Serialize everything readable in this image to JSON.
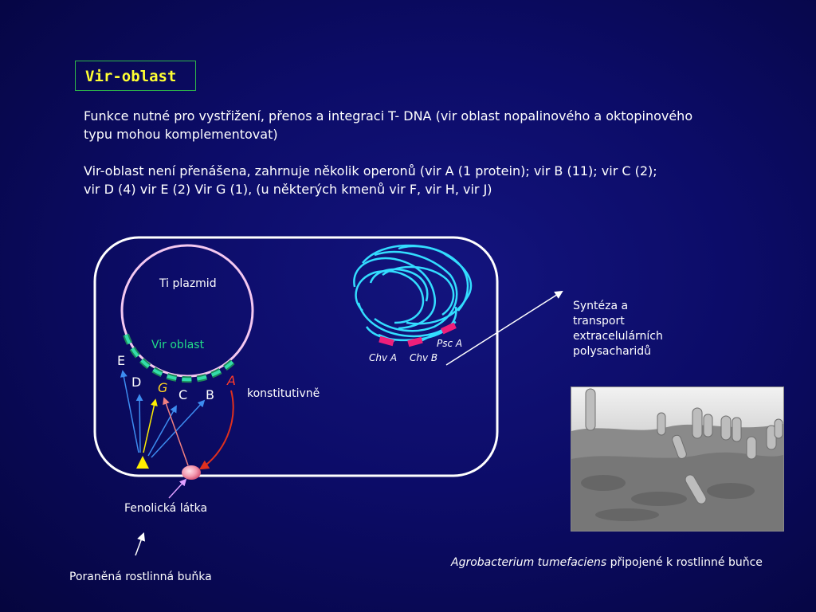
{
  "title": "Vir-oblast",
  "paragraphs": {
    "p1_line1": "Funkce nutné pro vystřižení, přenos a integraci T- DNA (vir  oblast nopalinového a oktopinového",
    "p1_line2": "typu mohou komplementovat)",
    "p2_line1": "Vir-oblast  není přenášena,  zahrnuje několik  operonů (vir A (1 protein); vir B (11); vir C (2);",
    "p2_line2": "vir D (4) vir E (2) Vir G (1),  (u některých kmenů vir F, vir H, vir J)"
  },
  "diagram": {
    "plasmid_label": "Ti plazmid",
    "vir_region_label": "Vir oblast",
    "genes": {
      "E": "E",
      "D": "D",
      "G": "G",
      "C": "C",
      "B": "B",
      "A": "A"
    },
    "constitutive_label": "konstitutivně",
    "phenolic_label": "Fenolická látka",
    "wounded_cell_label": "Poraněná rostlinná buňka",
    "chromosome_markers": {
      "chvA": "Chv A",
      "chvB": "Chv B",
      "pscA": "Psc  A"
    },
    "synthesis_label_lines": [
      "Syntéza a",
      "transport",
      "extracelulárních",
      "polysacharidů"
    ]
  },
  "caption": {
    "italic": "Agrobacterium tumefaciens",
    "rest": " připojené k rostlinné buňce"
  },
  "colors": {
    "title": "#ffff33",
    "title_border": "#2fb84a",
    "plasmid_ring": "#f4c8f0",
    "vir_segment_dark": "#1c8a5a",
    "vir_segment_light": "#33ddaa",
    "chromosome": "#33ddff",
    "gene_marker": "#ee1f7a",
    "arrow_blue": "#3d8cf0",
    "arrow_yellow": "#ffee00",
    "arrow_pink": "#f08080",
    "arrow_red": "#e0301e",
    "vir_label": "#22dd88",
    "gene_G": "#ffd21f",
    "gene_A": "#ff3a2a"
  }
}
